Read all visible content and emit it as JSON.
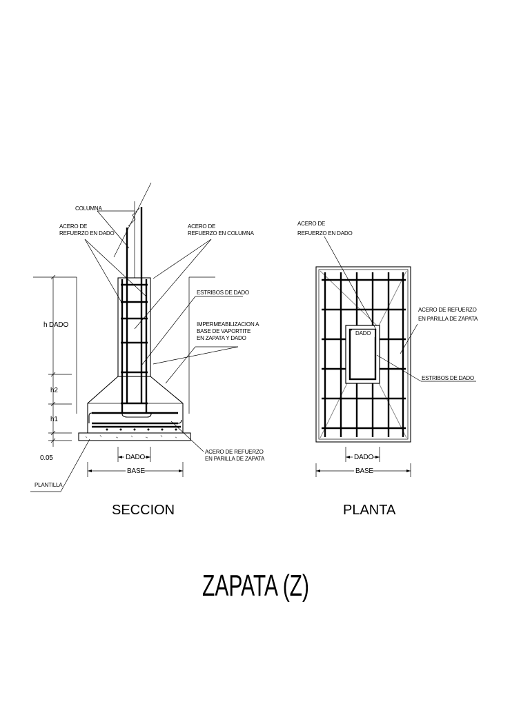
{
  "seccion": {
    "columna": "COLUMNA",
    "acero_dado_1": "ACERO DE",
    "acero_dado_2": "REFUERZO EN DADO",
    "acero_col_1": "ACERO DE",
    "acero_col_2": "REFUERZO EN COLUMNA",
    "estribos": "ESTRIBOS DE DADO",
    "imper_1": "IMPERMEABILIZACION A",
    "imper_2": "BASE DE VAPORTITE",
    "imper_3": "EN ZAPATA Y DADO",
    "h_dado": "h DADO",
    "h2": "h2",
    "h1": "h1",
    "d005": "0.05",
    "parilla_1": "ACERO DE REFUERZO",
    "parilla_2": "EN PARILLA DE ZAPATA",
    "dado": "DADO",
    "base": "BASE",
    "plantilla": "PLANTILLA",
    "caption": "SECCION"
  },
  "planta": {
    "acero_dado_1": "ACERO DE",
    "acero_dado_2": "REFUERZO EN DADO",
    "parilla_1": "ACERO DE REFUERZO",
    "parilla_2": "EN PARILLA DE ZAPATA",
    "estribos": "ESTRIBOS DE DADO",
    "dado_box": "DADO",
    "dado": "DADO",
    "base": "BASE",
    "caption": "PLANTA"
  },
  "title": "ZAPATA (Z)"
}
